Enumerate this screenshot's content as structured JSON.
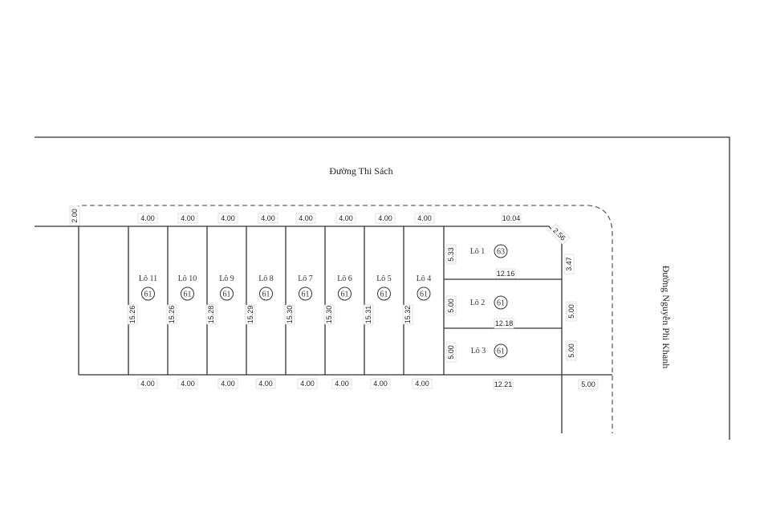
{
  "roads": {
    "top": "Đường Thi Sách",
    "right": "Đường Nguyễn Phi Khanh"
  },
  "setback": "2.00",
  "corner_cut": "2.56",
  "lots_vertical": [
    {
      "name": "Lô 11",
      "area": "61",
      "top": "4.00",
      "bottom": "4.00",
      "depth": "15.26"
    },
    {
      "name": "Lô 10",
      "area": "61",
      "top": "4.00",
      "bottom": "4.00",
      "depth": "15.26"
    },
    {
      "name": "Lô 9",
      "area": "61",
      "top": "4.00",
      "bottom": "4.00",
      "depth": "15.28"
    },
    {
      "name": "Lô 8",
      "area": "61",
      "top": "4.00",
      "bottom": "4.00",
      "depth": "15.29"
    },
    {
      "name": "Lô 7",
      "area": "61",
      "top": "4.00",
      "bottom": "4.00",
      "depth": "15.30"
    },
    {
      "name": "Lô 6",
      "area": "61",
      "top": "4.00",
      "bottom": "4.00",
      "depth": "15.30"
    },
    {
      "name": "Lô 5",
      "area": "61",
      "top": "4.00",
      "bottom": "4.00",
      "depth": "15.31"
    },
    {
      "name": "Lô 4",
      "area": "61",
      "top": "4.00",
      "bottom": "4.00",
      "depth": "15.32"
    }
  ],
  "lots_corner": [
    {
      "name": "Lô 1",
      "area": "63",
      "left": "5.33",
      "right": "3.47",
      "top": "10.04",
      "bottom": "12.16"
    },
    {
      "name": "Lô 2",
      "area": "61",
      "left": "5.00",
      "right": "5.00",
      "bottom": "12.18"
    },
    {
      "name": "Lô 3",
      "area": "61",
      "left": "5.00",
      "right": "5.00",
      "bottom": "12.21"
    }
  ],
  "sidewalk_right": "5.00"
}
